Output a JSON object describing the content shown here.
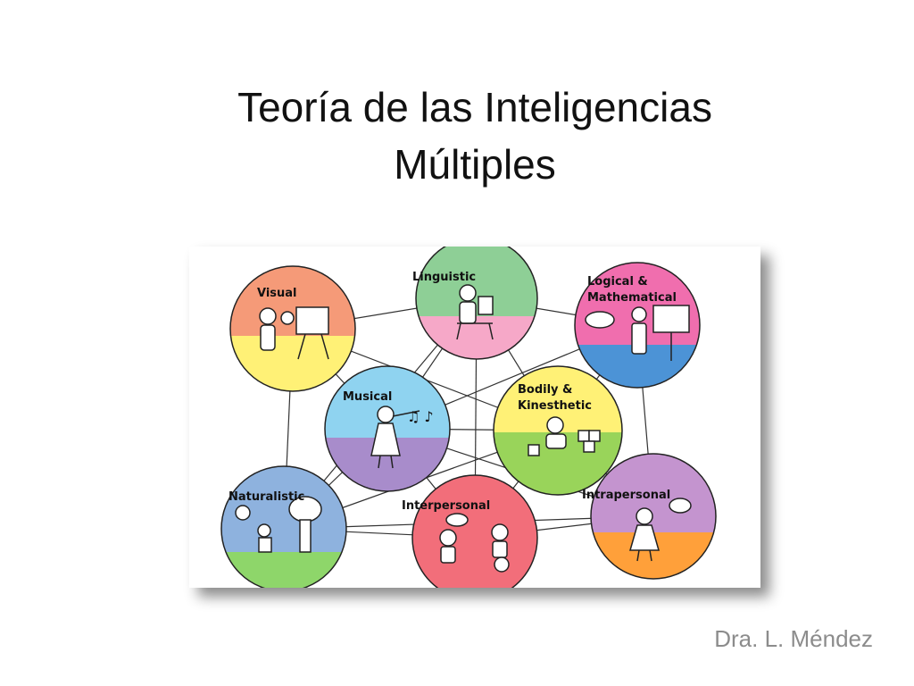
{
  "slide": {
    "title_line1": "Teoría de las Inteligencias",
    "title_line2": "Múltiples",
    "author": "Dra. L. Méndez"
  },
  "diagram": {
    "nodes": [
      {
        "id": "visual",
        "label": "Visual",
        "top_color": "#F59A78",
        "bottom_color": "#FFF176"
      },
      {
        "id": "linguistic",
        "label": "Linguistic",
        "top_color": "#8ECF96",
        "bottom_color": "#F6A8C8"
      },
      {
        "id": "logical",
        "label_line1": "Logical &",
        "label_line2": "Mathematical",
        "top_color": "#F06EAE",
        "bottom_color": "#4C93D6"
      },
      {
        "id": "musical",
        "label": "Musical",
        "top_color": "#8FD3F0",
        "bottom_color": "#A88CCB"
      },
      {
        "id": "bodily",
        "label_line1": "Bodily &",
        "label_line2": "Kinesthetic",
        "top_color": "#FFF176",
        "bottom_color": "#99D45A"
      },
      {
        "id": "naturalistic",
        "label": "Naturalistic",
        "top_color": "#8EB2DE",
        "bottom_color": "#8ED66A"
      },
      {
        "id": "interpersonal",
        "label": "Interpersonal",
        "top_color": "#F26E7A",
        "bottom_color": "#F26E7A"
      },
      {
        "id": "intrapersonal",
        "label": "Intrapersonal",
        "top_color": "#C494CF",
        "bottom_color": "#FFA03A"
      }
    ]
  }
}
